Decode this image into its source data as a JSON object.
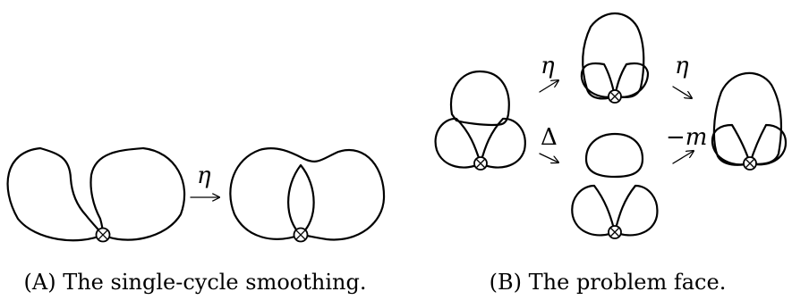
{
  "panel_a": {
    "caption": "(A) The single-cycle smoothing.",
    "map_label": "η"
  },
  "panel_b": {
    "caption": "(B) The problem face.",
    "top_left_label": "η",
    "top_right_label": "η",
    "bottom_left_label": "Δ",
    "bottom_right_label": "−m"
  }
}
